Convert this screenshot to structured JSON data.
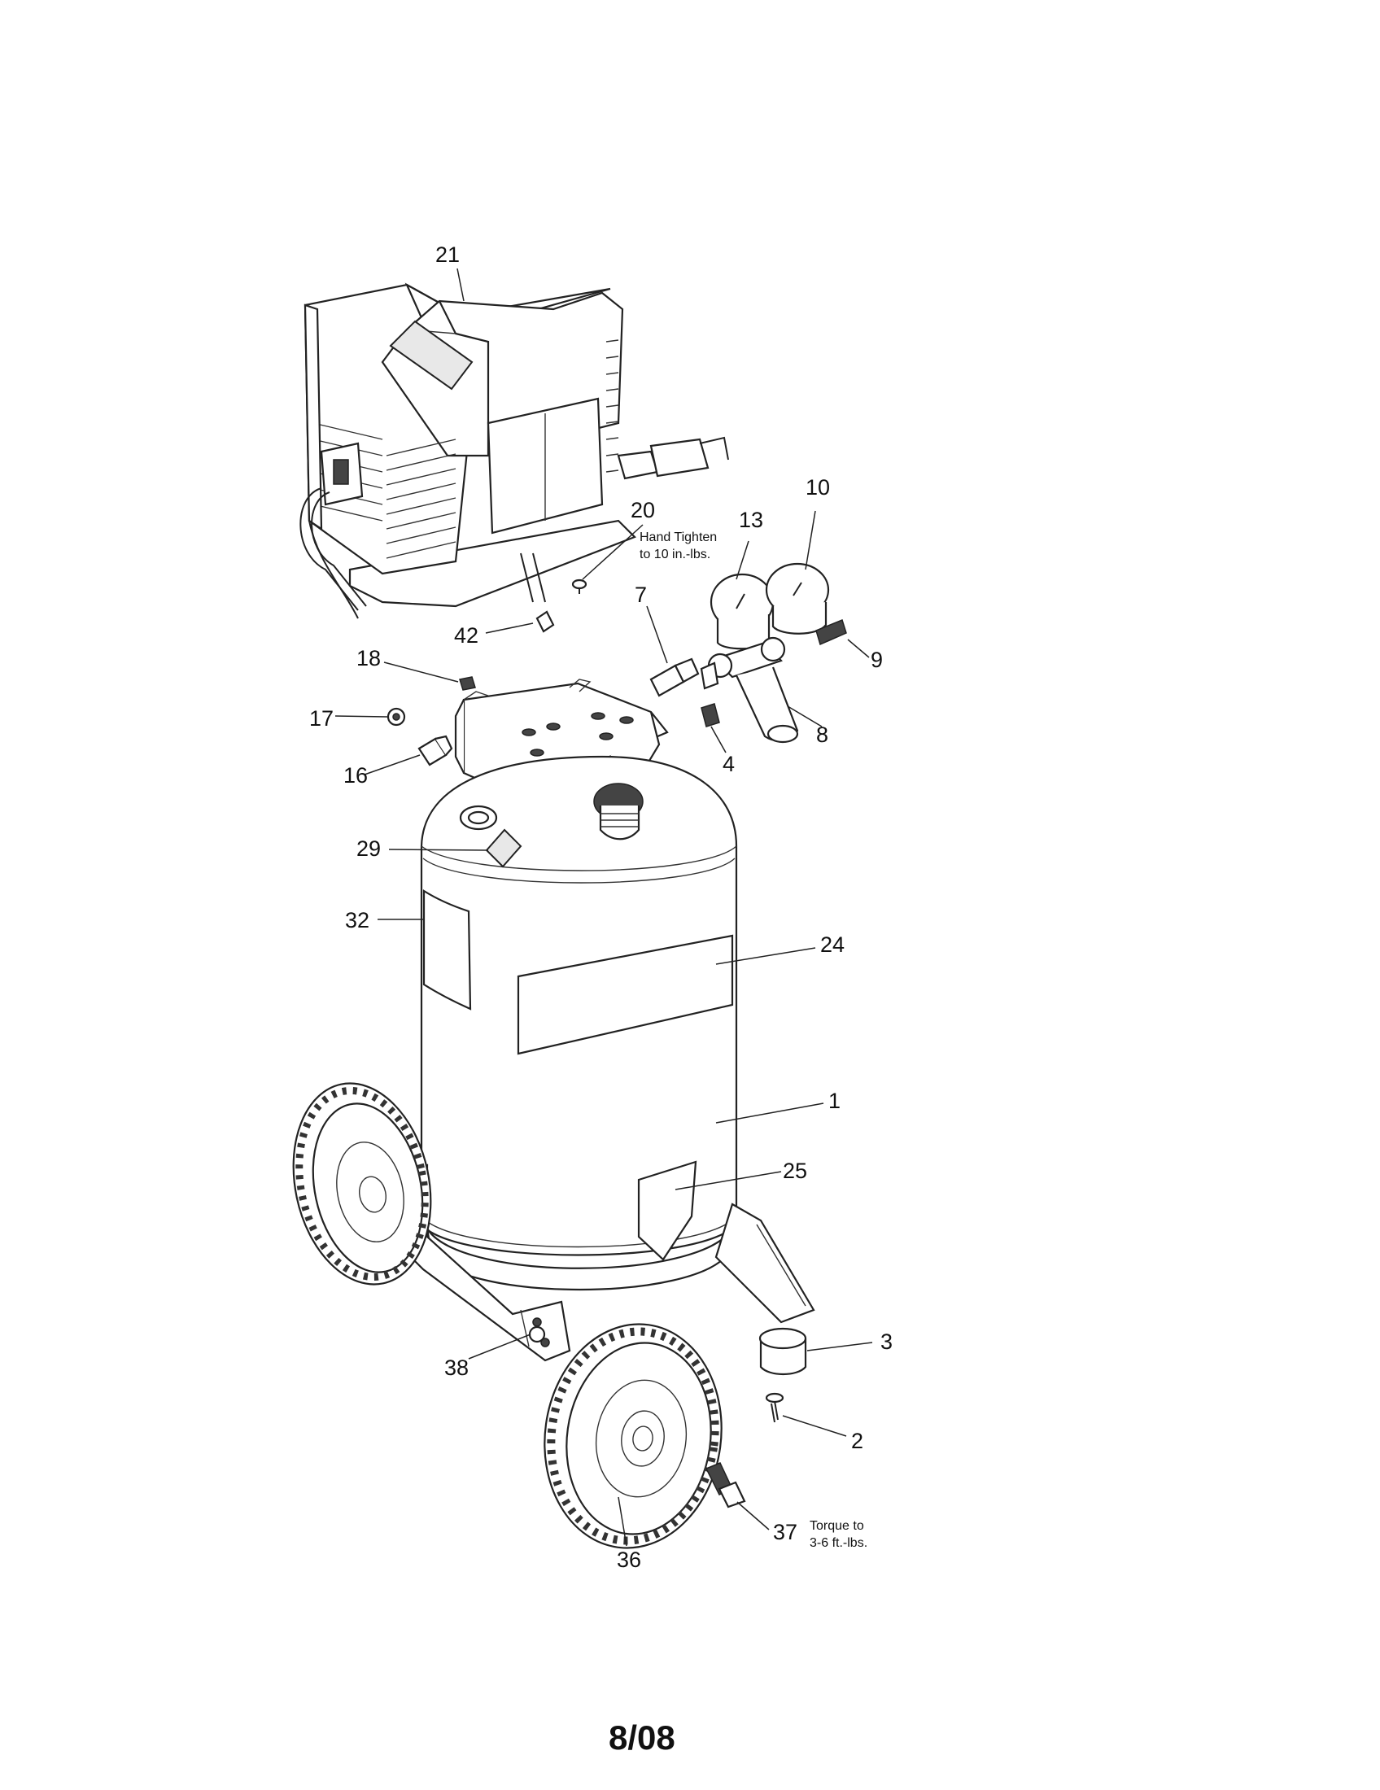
{
  "callouts": {
    "c21": "21",
    "c20": "20",
    "c13": "13",
    "c10": "10",
    "c7": "7",
    "c9": "9",
    "c42": "42",
    "c18": "18",
    "c17": "17",
    "c16": "16",
    "c8": "8",
    "c4": "4",
    "c29": "29",
    "c32": "32",
    "c24": "24",
    "c1": "1",
    "c25": "25",
    "c3": "3",
    "c38": "38",
    "c2": "2",
    "c37": "37",
    "c36": "36"
  },
  "notes": {
    "hand_tighten_line1": "Hand Tighten",
    "hand_tighten_line2": "to 10 in.-lbs.",
    "torque_line1": "Torque to",
    "torque_line2": "3-6 ft.-lbs."
  },
  "footer": {
    "date_code": "8/08"
  }
}
